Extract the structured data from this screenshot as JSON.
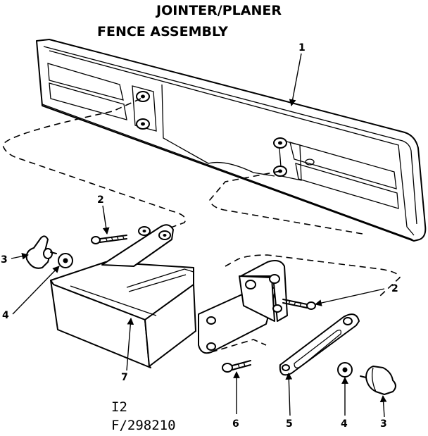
{
  "title_line1": "JOINTER/PLANER",
  "title_line2": "FENCE ASSEMBLY",
  "code_line1": "I2",
  "code_line2": "F/298210",
  "callouts": [
    {
      "id": "fence-1",
      "label": "1"
    },
    {
      "id": "screw-2-left",
      "label": "2"
    },
    {
      "id": "knob-3-left",
      "label": "3"
    },
    {
      "id": "washer-4-left",
      "label": "4"
    },
    {
      "id": "screw-2-right",
      "label": "2"
    },
    {
      "id": "bracket-7",
      "label": "7"
    },
    {
      "id": "screw-6",
      "label": "6"
    },
    {
      "id": "plate-5",
      "label": "5"
    },
    {
      "id": "washer-4-right",
      "label": "4"
    },
    {
      "id": "knob-3-right",
      "label": "3"
    }
  ]
}
